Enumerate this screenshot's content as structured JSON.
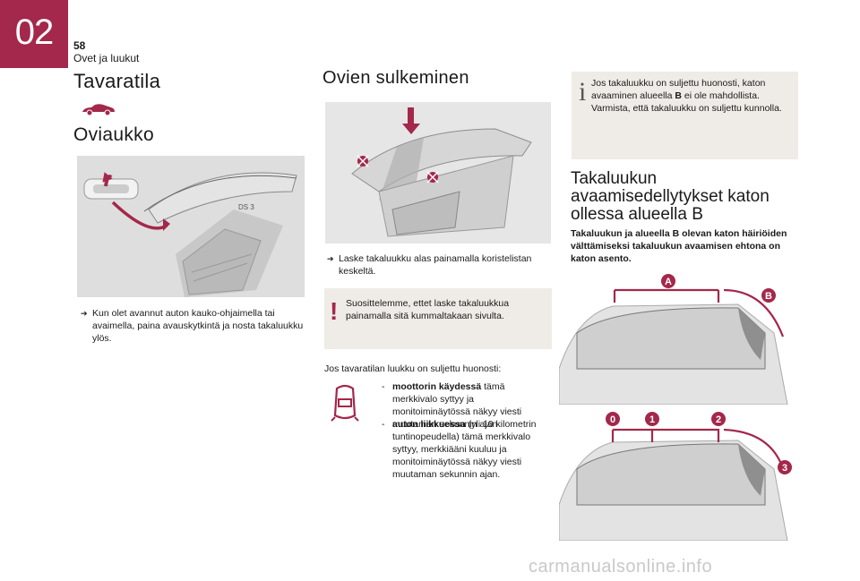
{
  "header": {
    "chapter_number": "02",
    "page_number": "58",
    "chapter_title": "Ovet ja luukut"
  },
  "col1": {
    "title": "Tavaratila",
    "subtitle": "Oviaukko",
    "bullet": "Kun olet avannut auton kauko-ohjaimella tai avaimella, paina avauskytkintä ja nosta takaluukku ylös.",
    "photo_badge": "DS 3"
  },
  "col2": {
    "title": "Ovien sulkeminen",
    "bullet": "Laske takaluukku alas painamalla koristelistan keskeltä.",
    "warning": "Suosittelemme, ettet laske takaluukkua painamalla sitä kummaltakaan sivulta.",
    "intro": "Jos tavaratilan luukku on suljettu huonosti:",
    "items": [
      {
        "bold": "moottorin käydessä",
        "text": " tämä merkkivalo syttyy ja monitoiminäytössä näkyy viesti muutaman sekunnin ajan"
      },
      {
        "bold": "auton liikkuessa",
        "text": " (yli 10 kilometrin tuntinopeudella) tämä merkkivalo syttyy, merkkiääni kuuluu ja monitoiminäytössä näkyy viesti muutaman sekunnin ajan."
      }
    ]
  },
  "col3": {
    "info_pre": "Jos takaluukku on suljettu huonosti, katon avaaminen alueella ",
    "info_bold": "B",
    "info_post": " ei ole mahdollista. Varmista, että takaluukku on suljettu kunnolla.",
    "title": "Takaluukun avaamisedellytykset katon ollessa alueella B",
    "lead": "Takaluukun ja alueella B olevan katon häiriöiden välttämiseksi takaluukun avaamisen ehtona on katon asento.",
    "markers_top": [
      "A",
      "B"
    ],
    "markers_bottom": [
      "0",
      "1",
      "2",
      "3"
    ]
  },
  "watermark": "carmanualsonline.info",
  "colors": {
    "accent": "#a3284b",
    "note_bg": "#efece7",
    "marker": "#a3284b"
  }
}
